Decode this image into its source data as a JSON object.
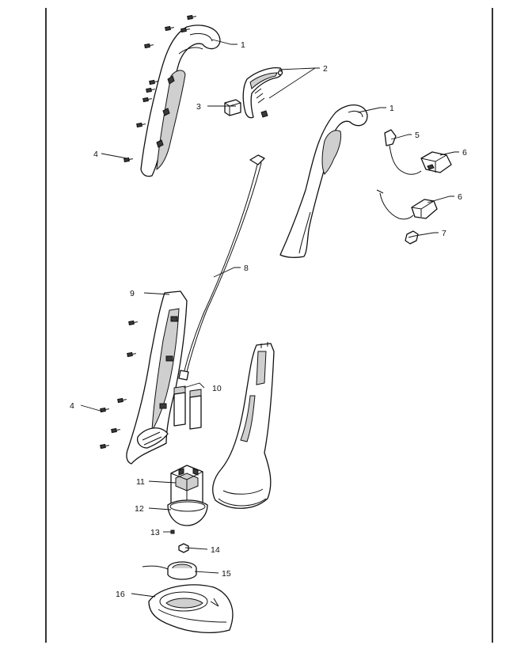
{
  "diagram": {
    "callouts": [
      {
        "id": "c1a",
        "label": "1"
      },
      {
        "id": "c2",
        "label": "2"
      },
      {
        "id": "c3",
        "label": "3"
      },
      {
        "id": "c4a",
        "label": "4"
      },
      {
        "id": "c1b",
        "label": "1"
      },
      {
        "id": "c5",
        "label": "5"
      },
      {
        "id": "c6a",
        "label": "6"
      },
      {
        "id": "c6b",
        "label": "6"
      },
      {
        "id": "c7",
        "label": "7"
      },
      {
        "id": "c8",
        "label": "8"
      },
      {
        "id": "c9",
        "label": "9"
      },
      {
        "id": "c10",
        "label": "10"
      },
      {
        "id": "c4b",
        "label": "4"
      },
      {
        "id": "c11",
        "label": "11"
      },
      {
        "id": "c12",
        "label": "12"
      },
      {
        "id": "c13",
        "label": "13"
      },
      {
        "id": "c14",
        "label": "14"
      },
      {
        "id": "c15",
        "label": "15"
      },
      {
        "id": "c16",
        "label": "16"
      }
    ]
  }
}
